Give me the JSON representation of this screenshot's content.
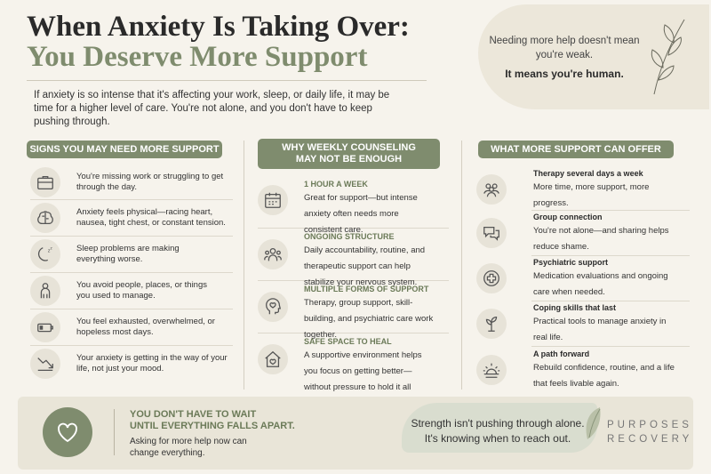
{
  "header": {
    "title_line1": "When Anxiety Is Taking Over:",
    "title_line2": "You Deserve More Support",
    "intro": "If anxiety is so intense that it's affecting your work, sleep, or daily life, it may be time for a higher level of care. You're not alone, and you don't have to keep pushing through."
  },
  "quote": {
    "line1": "Needing more help doesn't mean you're weak.",
    "line2": "It means you're human."
  },
  "signs": {
    "heading": "SIGNS YOU MAY NEED MORE SUPPORT",
    "items": [
      {
        "icon": "briefcase-icon",
        "text": "You're missing work or struggling to get through the day."
      },
      {
        "icon": "brain-icon",
        "text": "Anxiety feels physical—racing heart, nausea, tight chest, or constant tension."
      },
      {
        "icon": "moon-icon",
        "text": "Sleep problems are making everything worse."
      },
      {
        "icon": "person-icon",
        "text": "You avoid people, places, or things you used to manage."
      },
      {
        "icon": "battery-low-icon",
        "text": "You feel exhausted, overwhelmed, or hopeless most days."
      },
      {
        "icon": "trend-down-icon",
        "text": "Your anxiety is getting in the way of your life, not just your mood."
      }
    ]
  },
  "weekly": {
    "heading_line1": "WHY WEEKLY COUNSELING",
    "heading_line2": "MAY NOT BE ENOUGH",
    "items": [
      {
        "icon": "calendar-icon",
        "title": "1 HOUR A WEEK",
        "text": "Great for support—but intense anxiety often needs more consistent care."
      },
      {
        "icon": "group-icon",
        "title": "ONGOING STRUCTURE",
        "text": "Daily accountability, routine, and therapeutic support can help stabilize your nervous system."
      },
      {
        "icon": "head-heart-icon",
        "title": "MULTIPLE FORMS OF SUPPORT",
        "text": "Therapy, group support, skill-building, and psychiatric care work together."
      },
      {
        "icon": "house-heart-icon",
        "title": "SAFE SPACE TO HEAL",
        "text": "A supportive environment helps you focus on getting better—without pressure to hold it all together."
      }
    ]
  },
  "offer": {
    "heading": "WHAT MORE SUPPORT CAN OFFER",
    "items": [
      {
        "icon": "people-icon",
        "title": "Therapy several days a week",
        "text": "More time, more support, more progress."
      },
      {
        "icon": "chat-icon",
        "title": "Group connection",
        "text": "You're not alone—and sharing helps reduce shame."
      },
      {
        "icon": "medical-cross-icon",
        "title": "Psychiatric support",
        "text": "Medication evaluations and ongoing care when needed."
      },
      {
        "icon": "sprout-icon",
        "title": "Coping skills that last",
        "text": "Practical tools to manage anxiety in real life."
      },
      {
        "icon": "sunrise-icon",
        "title": "A path forward",
        "text": "Rebuild confidence, routine, and a life that feels livable again."
      }
    ]
  },
  "footer": {
    "cta_line1": "YOU DON'T HAVE TO WAIT",
    "cta_line2": "UNTIL EVERYTHING FALLS APART.",
    "cta_sub_line1": "Asking for more help now can",
    "cta_sub_line2": "change everything.",
    "strength_line1": "Strength isn't pushing through alone.",
    "strength_line2": "It's knowing when to reach out.",
    "logo_line1": "PURPOSES",
    "logo_line2": "RECOVERY"
  },
  "colors": {
    "accent": "#7f8c6e",
    "background": "#f6f3ec",
    "panel": "#e9e5d8"
  }
}
